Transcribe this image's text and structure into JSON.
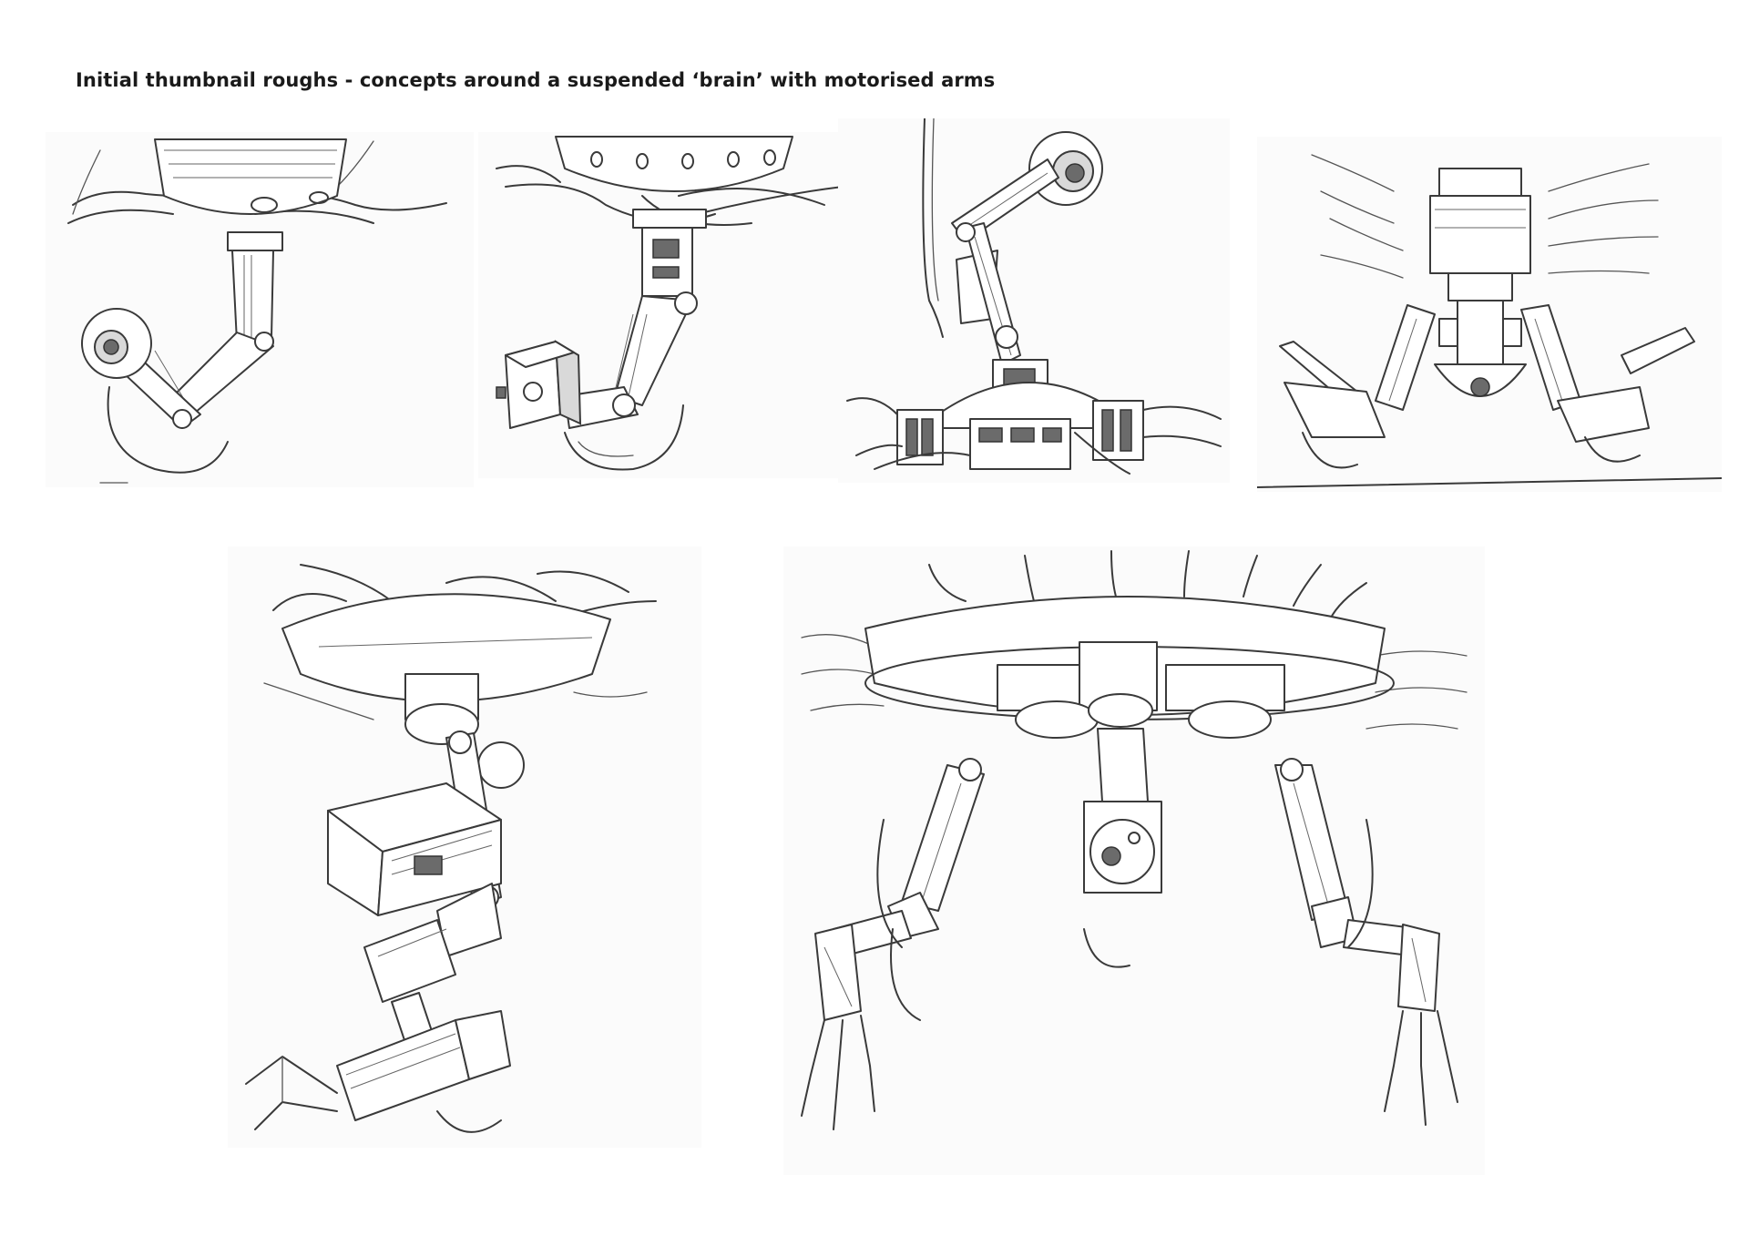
{
  "title": "Initial thumbnail roughs - concepts around a suspended ‘brain’ with motorised arms",
  "sketches": [
    {
      "id": 1,
      "subject": "hanging dome with single bent arm and spherical eye"
    },
    {
      "id": 2,
      "subject": "hanging dome with bent arm holding box camera"
    },
    {
      "id": 3,
      "subject": "floor dome with upright arm and spherical eye"
    },
    {
      "id": 4,
      "subject": "hanging unit with two gripper arms"
    },
    {
      "id": 5,
      "subject": "suspended dome with jointed arm and pincer claw"
    },
    {
      "id": 6,
      "subject": "large suspended disc with three arms and camera"
    }
  ],
  "colors": {
    "ink": "#3a3a3a",
    "paper": "#ffffff",
    "panel": "#fbfbfb"
  }
}
